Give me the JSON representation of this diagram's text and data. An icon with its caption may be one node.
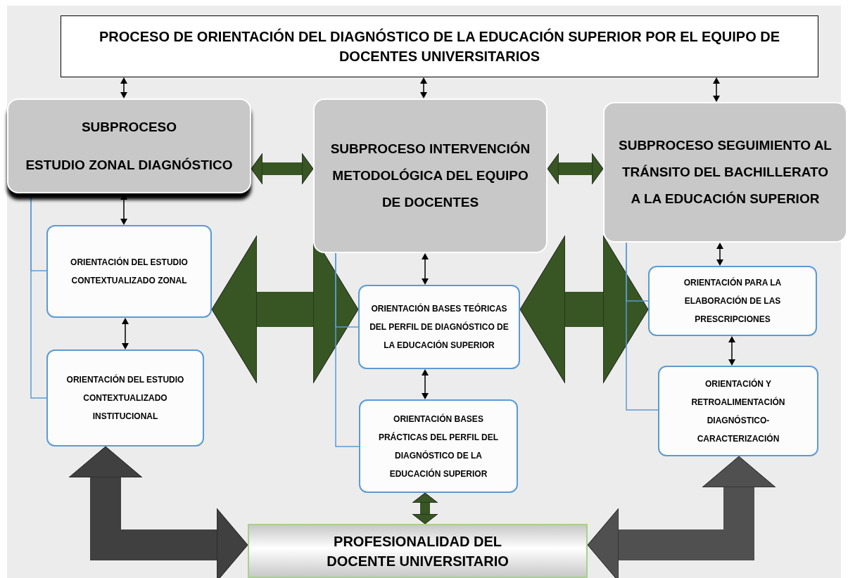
{
  "diagram": {
    "nodes": [
      {
        "text": [
          "PROCESO DE ORIENTACIÓN DEL DIAGNÓSTICO DE LA EDUCACIÓN SUPERIOR POR EL EQUIPO DE DOCENTES UNIVERSITARIOS"
        ]
      },
      {
        "text": [
          "SUBPROCESO",
          "ESTUDIO ZONAL DIAGNÓSTICO"
        ]
      },
      {
        "text": [
          "SUBPROCESO INTERVENCIÓN METODOLÓGICA DEL EQUIPO DE DOCENTES"
        ]
      },
      {
        "text": [
          "SUBPROCESO SEGUIMIENTO AL TRÁNSITO DEL BACHILLERATO A LA EDUCACIÓN SUPERIOR"
        ]
      },
      {
        "text": [
          "ORIENTACIÓN DEL ESTUDIO CONTEXTUALIZADO ZONAL"
        ]
      },
      {
        "text": [
          "ORIENTACIÓN DEL ESTUDIO CONTEXTUALIZADO INSTITUCIONAL"
        ]
      },
      {
        "text": [
          "ORIENTACIÓN BASES TEÓRICAS DEL PERFIL DE DIAGNÓSTICO DE LA EDUCACIÓN SUPERIOR"
        ]
      },
      {
        "text": [
          "ORIENTACIÓN BASES PRÁCTICAS DEL PERFIL DEL DIAGNÓSTICO DE LA EDUCACIÓN SUPERIOR"
        ]
      },
      {
        "text": [
          "ORIENTACIÓN PARA LA ELABORACIÓN DE LAS PRESCRIPCIONES"
        ]
      },
      {
        "text": [
          "ORIENTACIÓN Y RETROALIMENTACIÓN DIAGNÓSTICO-CARACTERIZACIÓN"
        ]
      },
      {
        "text": [
          "PROFESIONALIDAD DEL DOCENTE UNIVERSITARIO"
        ]
      }
    ],
    "edges": [
      {
        "from": 0,
        "to": 1,
        "arrow": "both"
      },
      {
        "from": 0,
        "to": 2,
        "arrow": "both"
      },
      {
        "from": 0,
        "to": 3,
        "arrow": "both"
      },
      {
        "from": 1,
        "to": 4,
        "arrow": "both"
      },
      {
        "from": 4,
        "to": 5,
        "arrow": "both"
      },
      {
        "from": 2,
        "to": 6,
        "arrow": "both"
      },
      {
        "from": 6,
        "to": 7,
        "arrow": "both"
      },
      {
        "from": 3,
        "to": 8,
        "arrow": "both"
      },
      {
        "from": 8,
        "to": 9,
        "arrow": "both"
      },
      {
        "from": 7,
        "to": 10,
        "arrow": "both",
        "style": "thick",
        "color": "#375623"
      },
      {
        "from": 1,
        "to": 2,
        "arrow": "both",
        "style": "thick",
        "color": "#375623"
      },
      {
        "from": 2,
        "to": 3,
        "arrow": "both",
        "style": "thick",
        "color": "#375623"
      },
      {
        "from": 4,
        "to": 6,
        "arrow": "both",
        "style": "thick",
        "color": "#375623"
      },
      {
        "from": 6,
        "to": 8,
        "arrow": "both",
        "style": "thick",
        "color": "#375623"
      },
      {
        "from": 1,
        "to": 4,
        "arrow": "none",
        "color": "#5b9bd5"
      },
      {
        "from": 1,
        "to": 5,
        "arrow": "none",
        "color": "#5b9bd5"
      },
      {
        "from": 2,
        "to": 6,
        "arrow": "none",
        "color": "#5b9bd5"
      },
      {
        "from": 2,
        "to": 7,
        "arrow": "none",
        "color": "#5b9bd5"
      },
      {
        "from": 3,
        "to": 8,
        "arrow": "none",
        "color": "#5b9bd5"
      },
      {
        "from": 3,
        "to": 9,
        "arrow": "none",
        "color": "#5b9bd5"
      },
      {
        "from": 5,
        "to": 10,
        "arrow": "both",
        "style": "thick",
        "color": "#404040"
      },
      {
        "from": 9,
        "to": 10,
        "arrow": "both",
        "style": "thick",
        "color": "#505050"
      }
    ]
  }
}
